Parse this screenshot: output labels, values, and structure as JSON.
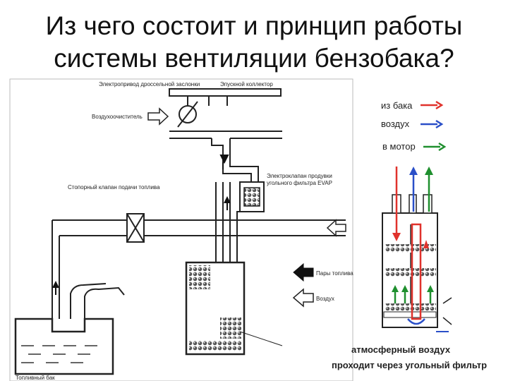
{
  "title": {
    "line1": "Из чего состоит и принцип работы",
    "line2": "системы вентиляции бензобака?"
  },
  "schematic": {
    "throttle_actuator": "Электропривод дроссельной заслонки",
    "intake_manifold": "Эпускной коллектор",
    "air_cleaner": "Воздухоочиститель",
    "purge_valve_line1": "Электроклапан продувки",
    "purge_valve_line2": "угольного фильтра EVAP",
    "shutoff_valve": "Стопорный клапан подачи топлива",
    "fuel_vapor": "Пары топлива",
    "air": "Воздух",
    "fuel_tank": "Топливный бак"
  },
  "legend": {
    "items": [
      {
        "label": "из бака",
        "color": "#e0322c"
      },
      {
        "label": "воздух",
        "color": "#2a4fc8"
      },
      {
        "label": "в мотор",
        "color": "#1f8f2e"
      }
    ]
  },
  "caption": {
    "line1": "атмосферный воздух",
    "line2": "проходит через угольный фильтр"
  }
}
